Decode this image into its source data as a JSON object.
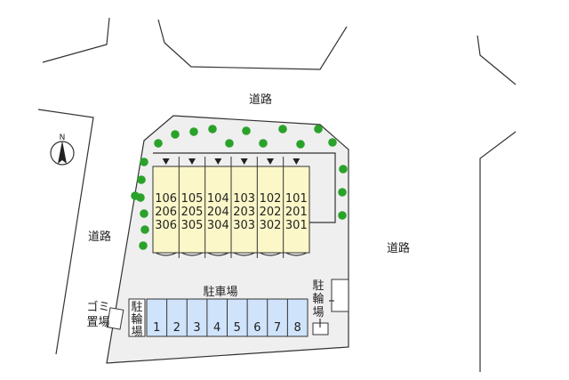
{
  "roads": {
    "north": "道路",
    "west": "道路",
    "east": "道路"
  },
  "compass": {
    "letter": "N"
  },
  "parking": {
    "label": "駐車場",
    "spaces": [
      "1",
      "2",
      "3",
      "4",
      "5",
      "6",
      "7",
      "8"
    ]
  },
  "bicycle_parking_left": {
    "chars": [
      "駐",
      "輪",
      "場"
    ]
  },
  "bicycle_parking_right": {
    "chars": [
      "駐",
      "輪",
      "場"
    ]
  },
  "garbage": {
    "col1": [
      "ゴ",
      "ミ"
    ],
    "col2": [
      "置",
      "場"
    ]
  },
  "building": {
    "units": [
      {
        "floors": [
          "106",
          "206",
          "306"
        ]
      },
      {
        "floors": [
          "105",
          "205",
          "305"
        ]
      },
      {
        "floors": [
          "104",
          "204",
          "304"
        ]
      },
      {
        "floors": [
          "103",
          "203",
          "303"
        ]
      },
      {
        "floors": [
          "102",
          "202",
          "302"
        ]
      },
      {
        "floors": [
          "101",
          "201",
          "301"
        ]
      }
    ]
  },
  "colors": {
    "site": "#efefef",
    "building": "#fbf7c8",
    "parking": "#cfe3fb",
    "tree": "#2aa22a",
    "line": "#333333"
  }
}
